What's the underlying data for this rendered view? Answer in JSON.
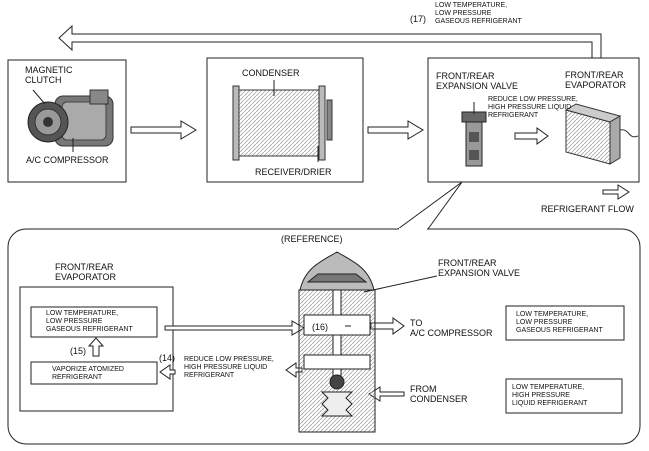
{
  "top_return": {
    "num": "(17)",
    "label": "LOW TEMPERATURE,\nLOW PRESSURE\nGASEOUS REFRIGERANT"
  },
  "compressor_box": {
    "clutch": "MAGNETIC\nCLUTCH",
    "compressor": "A/C COMPRESSOR"
  },
  "condenser_box": {
    "condenser": "CONDENSER",
    "receiver": "RECEIVER/DRIER"
  },
  "valve_box": {
    "valve": "FRONT/REAR\nEXPANSION VALVE",
    "evaporator": "FRONT/REAR\nEVAPORATOR",
    "note": "REDUCE LOW PRESSURE,\nHIGH PRESSURE LIQUID\nREFRIGERANT"
  },
  "legend": {
    "flow": "REFRIGERANT FLOW"
  },
  "reference": {
    "title": "(REFERENCE)",
    "evaporator": "FRONT/REAR\nEVAPORATOR",
    "low_gas": "LOW TEMPERATURE,\nLOW PRESSURE\nGASEOUS REFRIGERANT",
    "vaporize": "VAPORIZE ATOMIZED\nREFRIGERANT",
    "num15": "(15)",
    "num14": "(14)",
    "num16": "(16)",
    "reduce": "REDUCE LOW PRESSURE,\nHIGH PRESSURE LIQUID\nREFRIGERANT",
    "valve": "FRONT/REAR\nEXPANSION VALVE",
    "to_comp": "TO\nA/C COMPRESSOR",
    "from_cond": "FROM\nCONDENSER",
    "legend_gas": "LOW TEMPERATURE,\nLOW PRESSURE\nGASEOUS REFRIGERANT",
    "legend_liquid": "LOW TEMPERATURE,\nHIGH PRESSURE\nLIQUID REFRIGERANT"
  }
}
